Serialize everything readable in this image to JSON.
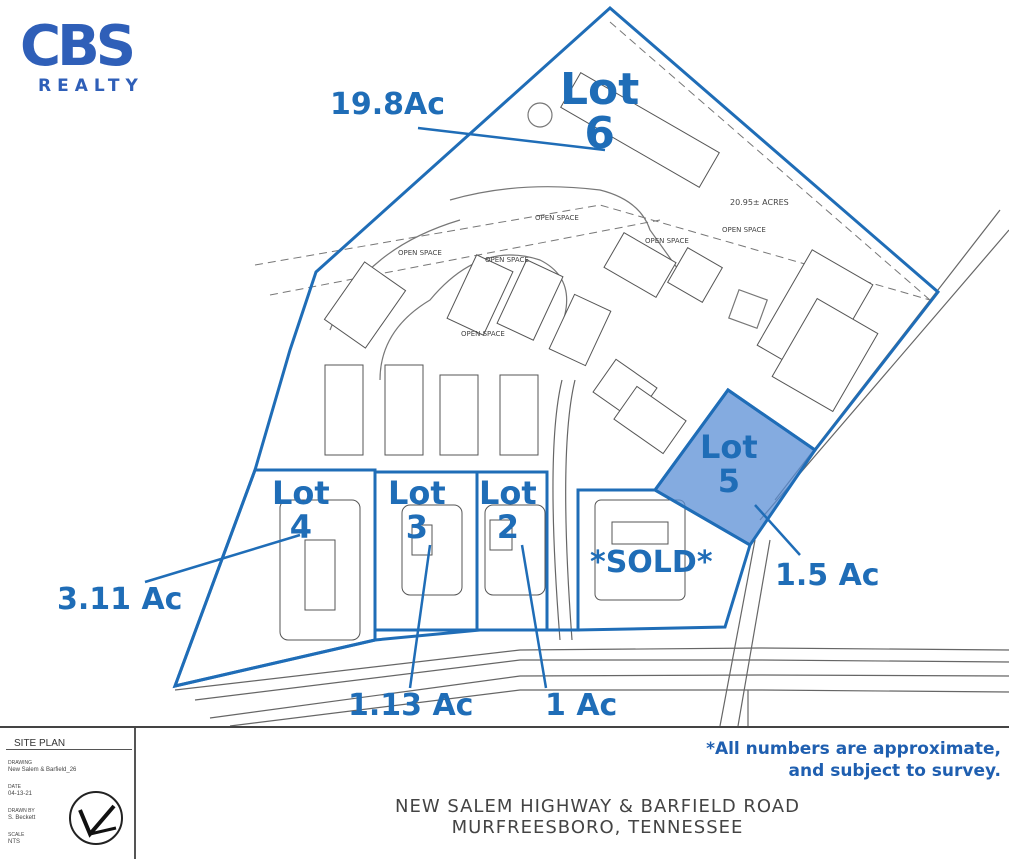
{
  "brand": {
    "logo_main": "CBS",
    "logo_sub": "REALTY"
  },
  "colors": {
    "boundary": "#1f6db7",
    "lot5_fill": "#5b8fd6",
    "drawing": "#555555"
  },
  "lots": [
    {
      "id": "lot6",
      "name": "Lot",
      "number": "6",
      "acreage": "19.8Ac"
    },
    {
      "id": "lot5",
      "name": "Lot",
      "number": "5",
      "acreage": "1.5 Ac"
    },
    {
      "id": "lot4",
      "name": "Lot",
      "number": "4",
      "acreage": "3.11 Ac"
    },
    {
      "id": "lot3",
      "name": "Lot",
      "number": "3",
      "acreage": "1.13 Ac"
    },
    {
      "id": "lot2",
      "name": "Lot",
      "number": "2",
      "acreage": "1 Ac"
    }
  ],
  "sold_label": "*SOLD*",
  "plan_labels": {
    "acres_total": "20.95± ACRES",
    "open_space": "OPEN SPACE"
  },
  "disclaimer": {
    "line1": "*All numbers are approximate,",
    "line2": "and subject to survey."
  },
  "title_block": {
    "heading": "SITE PLAN",
    "drawing_label": "DRAWING",
    "drawing_value": "New Salem & Barfield_26",
    "date_label": "DATE",
    "date_value": "04-13-21",
    "drawn_label": "DRAWN BY",
    "drawn_value": "S. Beckett",
    "scale_label": "SCALE",
    "scale_value": "NTS",
    "address_line1": "NEW SALEM HIGHWAY & BARFIELD ROAD",
    "address_line2": "MURFREESBORO, TENNESSEE"
  }
}
